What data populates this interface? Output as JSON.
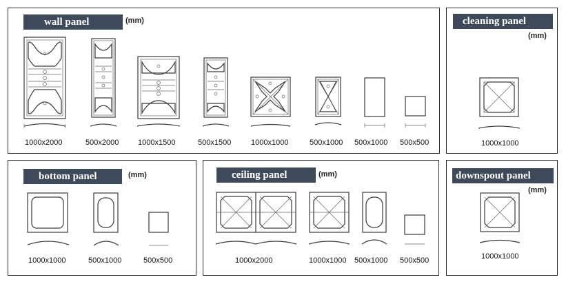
{
  "unit": "(mm)",
  "wall": {
    "title": "wall panel",
    "sizes": [
      "1000x2000",
      "500x2000",
      "1000x1500",
      "500x1500",
      "1000x1000",
      "500x1000",
      "500x1000",
      "500x500"
    ]
  },
  "cleaning": {
    "title": "cleaning panel",
    "sizes": [
      "1000x1000"
    ]
  },
  "bottom": {
    "title": "bottom panel",
    "sizes": [
      "1000x1000",
      "500x1000",
      "500x500"
    ]
  },
  "ceiling": {
    "title": "ceiling panel",
    "sizes": [
      "1000x2000",
      "1000x1000",
      "500x1000",
      "500x500"
    ]
  },
  "downspout": {
    "title": "downspout panel",
    "sizes": [
      "1000x1000"
    ]
  }
}
